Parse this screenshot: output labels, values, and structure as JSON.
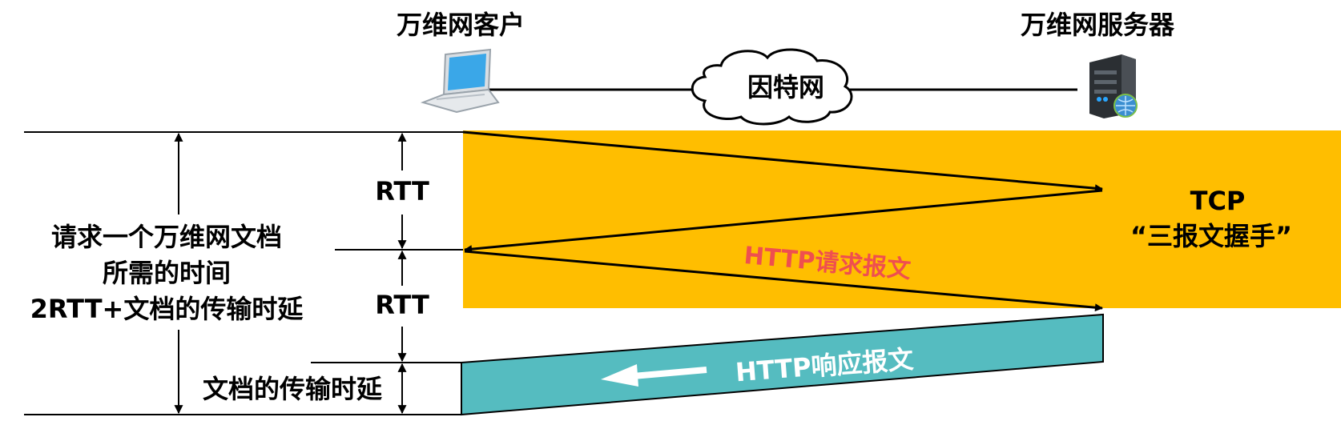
{
  "labels": {
    "client": "万维网客户",
    "server": "万维网服务器",
    "internet": "因特网",
    "rtt1": "RTT",
    "rtt2": "RTT",
    "total_line1": "请求一个万维网文档",
    "total_line2": "所需的时间",
    "total_line3": "2RTT+文档的传输时延",
    "transfer_delay": "文档的传输时延",
    "tcp_line1": "TCP",
    "tcp_line2": "“三报文握手”",
    "http_request": "HTTP请求报文",
    "http_response": "HTTP响应报文"
  },
  "colors": {
    "handshake_band": "#ffbe00",
    "response_band": "#55bcc0",
    "request_text": "#ef4f4f",
    "response_text": "#ffffff"
  },
  "icons": [
    "laptop-icon",
    "cloud-icon",
    "server-icon"
  ]
}
